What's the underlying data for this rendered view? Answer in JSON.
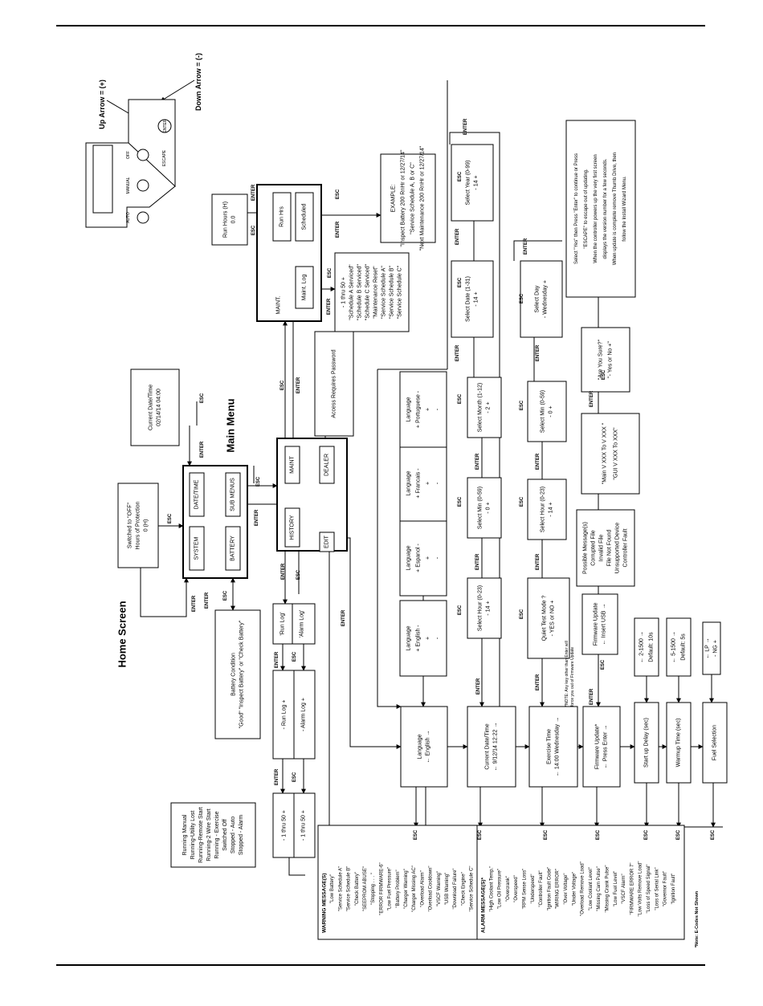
{
  "titles": {
    "home_screen": "Home Screen",
    "main_menu": "Main Menu"
  },
  "keys": {
    "enter": "ENTER",
    "esc": "ESC"
  },
  "keypad": {
    "up_arrow": "Up Arrow = (+)",
    "down_arrow": "Down Arrow = (-)",
    "auto": "AUTO",
    "manual": "MANUAL",
    "off": "OFF",
    "enter": "ENTER",
    "escape": "ESCAPE"
  },
  "home": {
    "switched_off": [
      "Switched to \"OFF\"",
      "Hours of Protection",
      "0 (H)"
    ],
    "run_status": [
      "Running Manual",
      "Running-Utility Lost",
      "Running-Remote Start",
      "Running-2 Wire Start",
      "Running - Exercise",
      "Switched Off",
      "Stopped - Auto",
      "Stopped - Alarm"
    ],
    "battery_condition": [
      "Battery Condition",
      "\"Good\" \"Inspect Battery\" or \"Check Battery\""
    ],
    "current_datetime": [
      "Current Date/Time",
      "02/14/14  04:00"
    ]
  },
  "main_menu_boxes": {
    "system": "SYSTEM",
    "date_time": "DATE/TIME",
    "battery": "BATTERY",
    "sub_menus": "SUB MENUS"
  },
  "sub_menu_boxes": {
    "history": "HISTORY",
    "maint": "MAINT",
    "edit": "EDIT",
    "dealer": "DEALER"
  },
  "history": {
    "run_log_label": "'Run Log'",
    "alarm_log_label": "'Alarm Log'",
    "run_log": "- Run Log +",
    "alarm_log": "- Alarm Log +",
    "one_thru_50": "- 1 thru 50 +"
  },
  "maint": {
    "label": "MAINT.",
    "run_hrs": "Run Hrs",
    "scheduled": "Scheduled",
    "maint_log": "Maint. Log",
    "run_hours": [
      "Run Hours (H)",
      "0.0"
    ],
    "example": [
      "EXAMPLE:",
      "\"Inspect Battery 200 RnHr or 12/27/14\"",
      "\"Service Schedule A, B or C\"",
      "\"Next Maintenance 200 RnHr or 12/27/14\""
    ],
    "log_list": [
      "- 1 thru 50 +",
      "\"Schedule A Serviced\"",
      "\"Schedule B Serviced\"",
      "\"Schedule C Serviced\"",
      "\"Maintenance Reset\"",
      "\"Service Schedule A\"",
      "\"Service Schedule B\"",
      "\"Service Schedule C\""
    ],
    "access_password": "Access Requires Password"
  },
  "edit": {
    "language_main": [
      "Language",
      "← English →"
    ],
    "lang_english": [
      "Language",
      "+ English -",
      "+",
      "-"
    ],
    "lang_espanol": [
      "Language",
      "+ Espanol -",
      "+",
      "-"
    ],
    "lang_francais": [
      "Language",
      "+ Francais -",
      "+",
      "-"
    ],
    "lang_portugues": [
      "Language",
      "+ Portuguese -",
      "+",
      "-"
    ],
    "current_datetime": [
      "Current Date/Time",
      "← 9/12/14  12:22 →"
    ],
    "sel_hour": [
      "Select Hour (0-23)",
      "- 14 +"
    ],
    "sel_min": [
      "Select Min (0-59)",
      "- 0 +"
    ],
    "sel_month": [
      "Select Month (1-12)",
      "- 2 +"
    ],
    "sel_date": [
      "Select Date (1-31)",
      "- 14 +"
    ],
    "sel_year": [
      "Select Year (0-99)",
      "- 14 +"
    ],
    "exercise_time": [
      "Exercise Time",
      "← 14:00 Wednesday →"
    ],
    "quiet_test": [
      "Quiet Test Mode ?",
      "- YES or NO +"
    ],
    "quiet_note": [
      "*NOTE: Any key other than Enter will",
      "force you out of Firmware Update"
    ],
    "ex_hour": [
      "Select Hour (0-23)",
      "- 14 +"
    ],
    "ex_min": [
      "Select Min (0-59)",
      "- 0 +"
    ],
    "ex_day": [
      "Select Day",
      "- Wednesday +"
    ],
    "firmware_update": [
      "Firmware Update*",
      "← Press Enter →"
    ],
    "firmware_insert": [
      "Firmware Update",
      "← Insert USB →"
    ],
    "possible_messages": [
      "Possible Message(s)",
      "Corrupted File",
      "Invalid File",
      "File Not Found",
      "Unsupported Device",
      "Controller Fault"
    ],
    "versions": [
      "\"Main V XXX To V XXX \"",
      "\"GUI V XXX To XXX\""
    ],
    "are_you_sure": [
      "\"Are You Sure?\"",
      "\"- Yes or No +\""
    ],
    "instructions": [
      "Select \"Yes\" then Press \"Enter\" to continue or Press",
      "\"ESCAPE\" to escape out of updating.",
      "When the controller powers up the very first screen",
      "displays the version number for a few seconds.",
      "When update is complete remove Thumb Drive, then",
      "follow the Install Wizard Menu."
    ],
    "startup_delay": "Start up Delay (sec)",
    "startup_range": [
      "← 2-1500 →",
      "Default: 10s"
    ],
    "warmup_time": "Warmup Time (sec)",
    "warmup_range": [
      "← 5-1500 →",
      "Default: 5s"
    ],
    "fuel_selection": "Fuel Selection",
    "fuel_options": [
      "← LP →",
      "- NG +"
    ]
  },
  "warning_messages": {
    "title": "WARNING MESSAGE(S)",
    "items": [
      "\"Low Battery\"",
      "\"Service Schedule A\"",
      "\"Service Schedule B\"",
      "\"Check Battery\"",
      "\"SEEPROM ABUSE\"",
      "\"Stopping . . . \"",
      "\"ERROR FIRMWARE-6\"",
      "\"Low Fuel Pressure\"",
      "\"Battery Problem\"",
      "\"Charger Warning\"",
      "\"Charger Missing AC\"",
      "\"Overload Alarm\"",
      "\"Overload Cooldown\"",
      "\"VSCF Warning\"",
      "\"USB Warning\"",
      "\"Download Failure\"",
      "\"Check Engine\"",
      "\"Service Schedule C\""
    ]
  },
  "alarm_messages": {
    "title": "ALARM MESSAGE(S)*",
    "items": [
      "\"High Coolant Temp.\"",
      "\"Low Oil Pressure\"",
      "\"Overcrank\"",
      "\"Overspeed\"",
      "\"RPM Sense Loss\"",
      "\"Underspeed\"",
      "\"Controller Fault\"",
      "\"Ignition Fault Code\"",
      "\"WIRING ERROR\"",
      "\"Over Voltage\"",
      "\"Under Voltage\"",
      "\"Overload Remove Load\"",
      "\"Low Coolant Level\"",
      "\"Missing Cam Pulse\"",
      "\"Missing Crank Pulse\"",
      "\"Low Fuel Level\"",
      "\"VSCF Alarm\"",
      "\"FIRMWARE ERROR 7\"",
      "\"Low Volts Remove Load\"",
      "\"Loss of Speed Signal\"",
      "\"Loss of Serial Link\"",
      "\"Governor Fault\"",
      "\"Ignition Fault\""
    ]
  },
  "footnote": "*Note: E-Codes Not Shown"
}
